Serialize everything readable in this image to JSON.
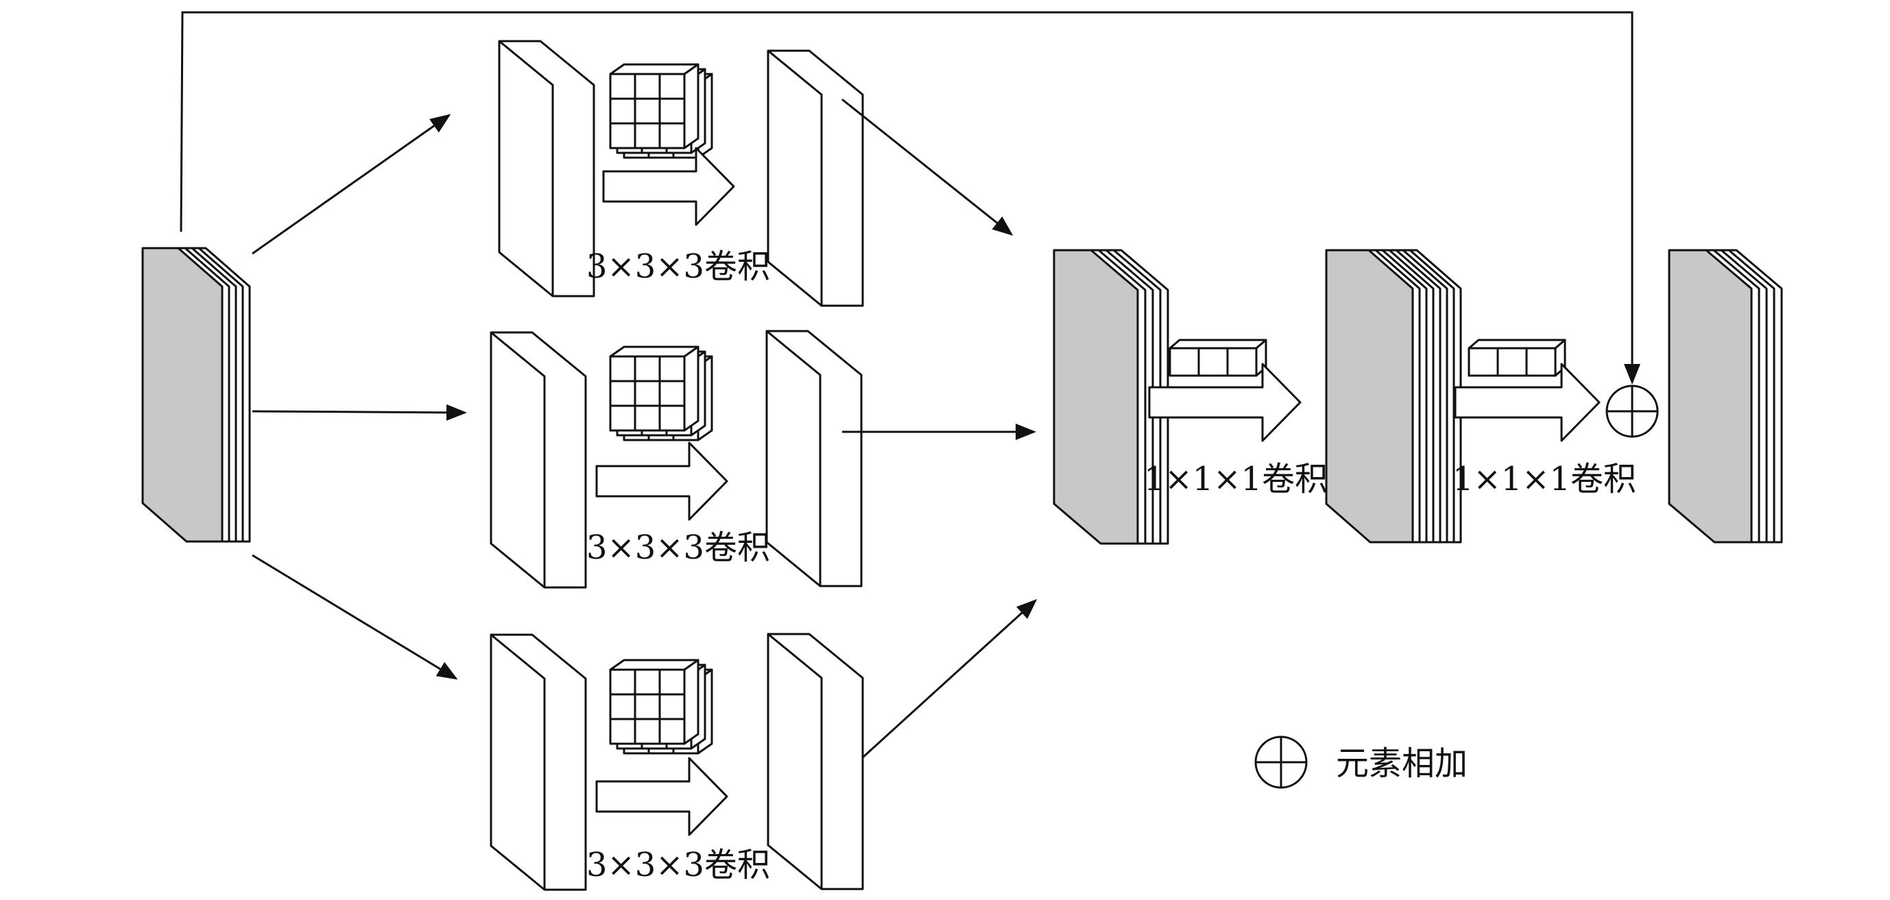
{
  "labels": {
    "conv_top": "3×3×3卷积",
    "conv_mid": "3×3×3卷积",
    "conv_bot": "3×3×3卷积",
    "conv_1x1_a": "1×1×1卷积",
    "conv_1x1_b": "1×1×1卷积"
  },
  "legend": {
    "symbol_meaning": "元素相加"
  },
  "colors": {
    "stroke": "#111111",
    "face_fill": "#c8c8c8",
    "paper": "#ffffff"
  }
}
